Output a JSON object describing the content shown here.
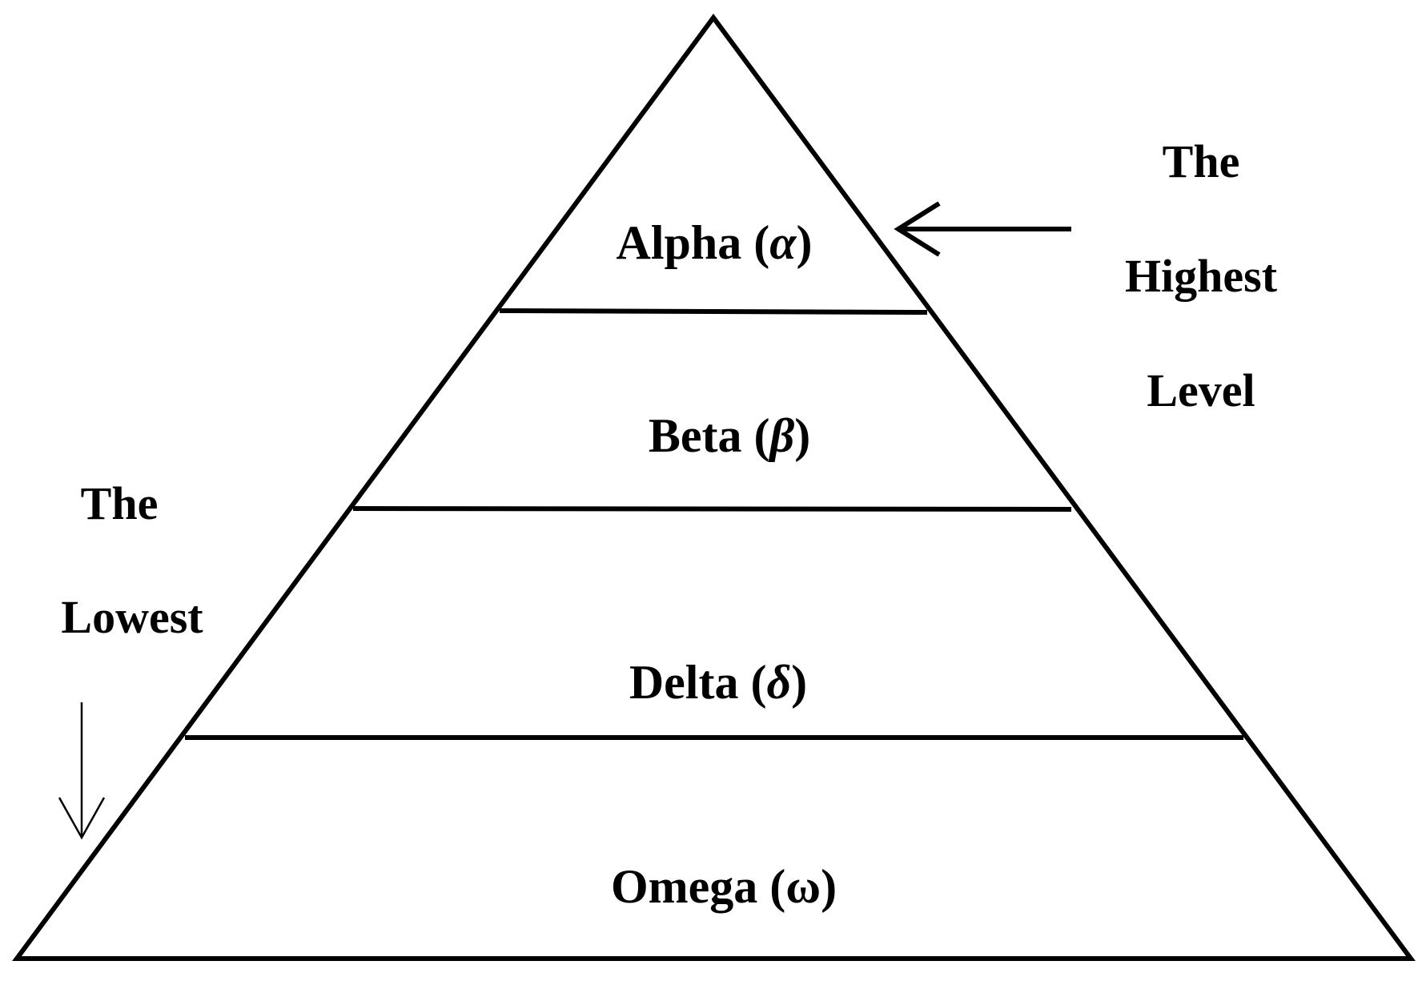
{
  "pyramid": {
    "levels": [
      {
        "name": "Alpha",
        "symbol": "α",
        "symbol_italic": true
      },
      {
        "name": "Beta",
        "symbol": "β",
        "symbol_italic": true
      },
      {
        "name": "Delta",
        "symbol": "δ",
        "symbol_italic": true
      },
      {
        "name": "Omega",
        "symbol": "ω",
        "symbol_italic": false
      }
    ]
  },
  "highest_label": {
    "line1": "The",
    "line2": "Highest",
    "line3": "Level"
  },
  "lowest_label": {
    "line1": "The",
    "line2": "Lowest"
  },
  "colors": {
    "stroke": "#000000",
    "background": "#ffffff"
  }
}
